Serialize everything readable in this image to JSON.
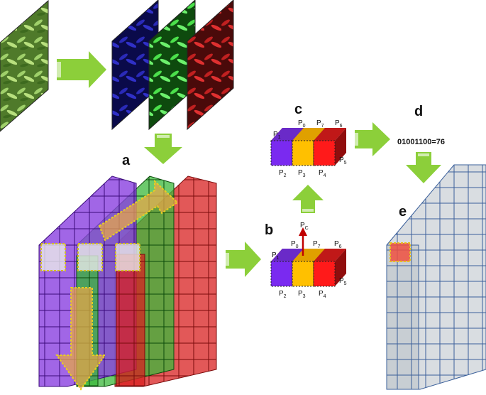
{
  "labels": {
    "a": "a",
    "b": "b",
    "c": "c",
    "d": "d",
    "e": "e"
  },
  "binary_code": "01001100=76",
  "neighbor_labels": {
    "p0": {
      "main": "P",
      "sub": "0"
    },
    "p1": {
      "main": "P",
      "sub": "1"
    },
    "p2": {
      "main": "P",
      "sub": "2"
    },
    "p3": {
      "main": "P",
      "sub": "3"
    },
    "p4": {
      "main": "P",
      "sub": "4"
    },
    "p5": {
      "main": "P",
      "sub": "5"
    },
    "p6": {
      "main": "P",
      "sub": "6"
    },
    "p7": {
      "main": "P",
      "sub": "7"
    },
    "pc": {
      "main": "P",
      "sub": "C"
    }
  },
  "channel_colors": {
    "blue": "#1a1aa0",
    "green": "#2fb82f",
    "red": "#c01818",
    "purple": "#8a3df0",
    "yellow": "#f5b400",
    "cube_red": "#ff2020",
    "arrow": "#8ccf3a",
    "grid": "#3a5f9a"
  }
}
